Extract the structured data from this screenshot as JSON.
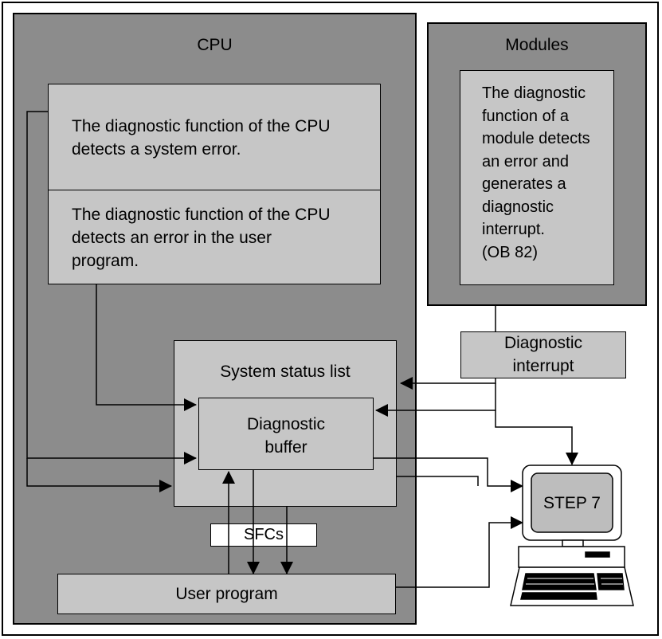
{
  "cpu": {
    "title": "CPU",
    "system_error_text": "The diagnostic function of the CPU\ndetects a system error.",
    "user_error_text": "The diagnostic function of the CPU\ndetects an error in the user\nprogram.",
    "system_status_list": "System status list",
    "diagnostic_buffer": "Diagnostic\nbuffer",
    "sfcs": "SFCs",
    "user_program": "User program"
  },
  "modules": {
    "title": "Modules",
    "text": "The diagnostic\nfunction of a\nmodule detects\nan error and\ngenerates a\ndiagnostic\ninterrupt.\n(OB 82)"
  },
  "diagnostic_interrupt": "Diagnostic\ninterrupt",
  "pg": {
    "label": "STEP 7",
    "icon": "computer-terminal-icon"
  },
  "colors": {
    "panel": "#8c8c8c",
    "box": "#c6c6c6",
    "line": "#000000"
  }
}
